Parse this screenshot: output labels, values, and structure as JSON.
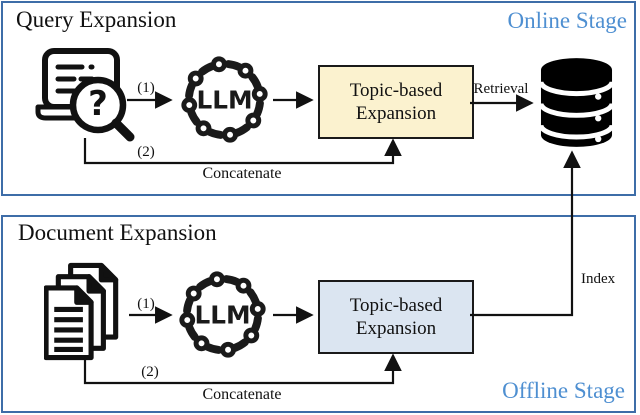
{
  "colors": {
    "panel_border": "#3e6da8",
    "stage_label_text": "#4e8fd1",
    "query_expansion_box_fill": "#fbf2cf",
    "document_expansion_box_fill": "#dbe5f1",
    "diagram_line": "#111111"
  },
  "query_panel": {
    "title": "Query Expansion",
    "stage_label": "Online Stage",
    "llm_label": "LLM",
    "query_icon_glyph": "?",
    "expansion_box": {
      "line1": "Topic-based",
      "line2": "Expansion"
    },
    "arrows": {
      "step1": "(1)",
      "step2": "(2)",
      "concatenate": "Concatenate",
      "retrieval": "Retrieval"
    },
    "icons": {
      "input": "query-document-with-magnifier",
      "model": "llm-ring",
      "store": "database"
    }
  },
  "document_panel": {
    "title": "Document Expansion",
    "stage_label": "Offline Stage",
    "llm_label": "LLM",
    "expansion_box": {
      "line1": "Topic-based",
      "line2": "Expansion"
    },
    "arrows": {
      "step1": "(1)",
      "step2": "(2)",
      "concatenate": "Concatenate",
      "index": "Index"
    },
    "icons": {
      "input": "document-stack",
      "model": "llm-ring"
    }
  }
}
